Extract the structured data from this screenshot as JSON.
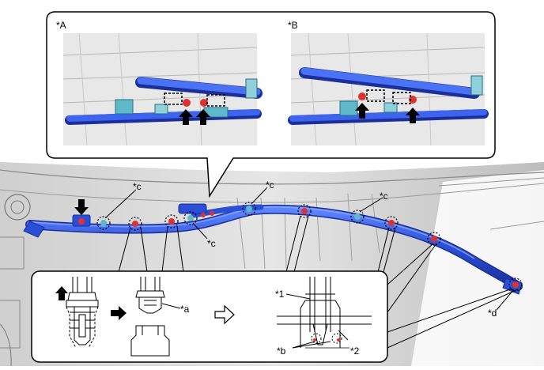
{
  "callouts": {
    "A": "*A",
    "B": "*B",
    "c1": "*c",
    "c2": "*c",
    "c3": "*c",
    "c4": "*c",
    "a": "*a",
    "d": "*d",
    "n1": "*1",
    "n2": "*2",
    "b": "*b"
  },
  "colors": {
    "harness_blue": "#2a4fd6",
    "harness_dark": "#1a2f9a",
    "clip_red": "#e23030",
    "panel_border": "#000000",
    "background_gray": "#d9d9d9",
    "teal_connector": "#5fb8c9"
  },
  "icons": {
    "push_arrow": "black-arrow-icon",
    "next_step_arrow": "hollow-arrow-icon"
  }
}
